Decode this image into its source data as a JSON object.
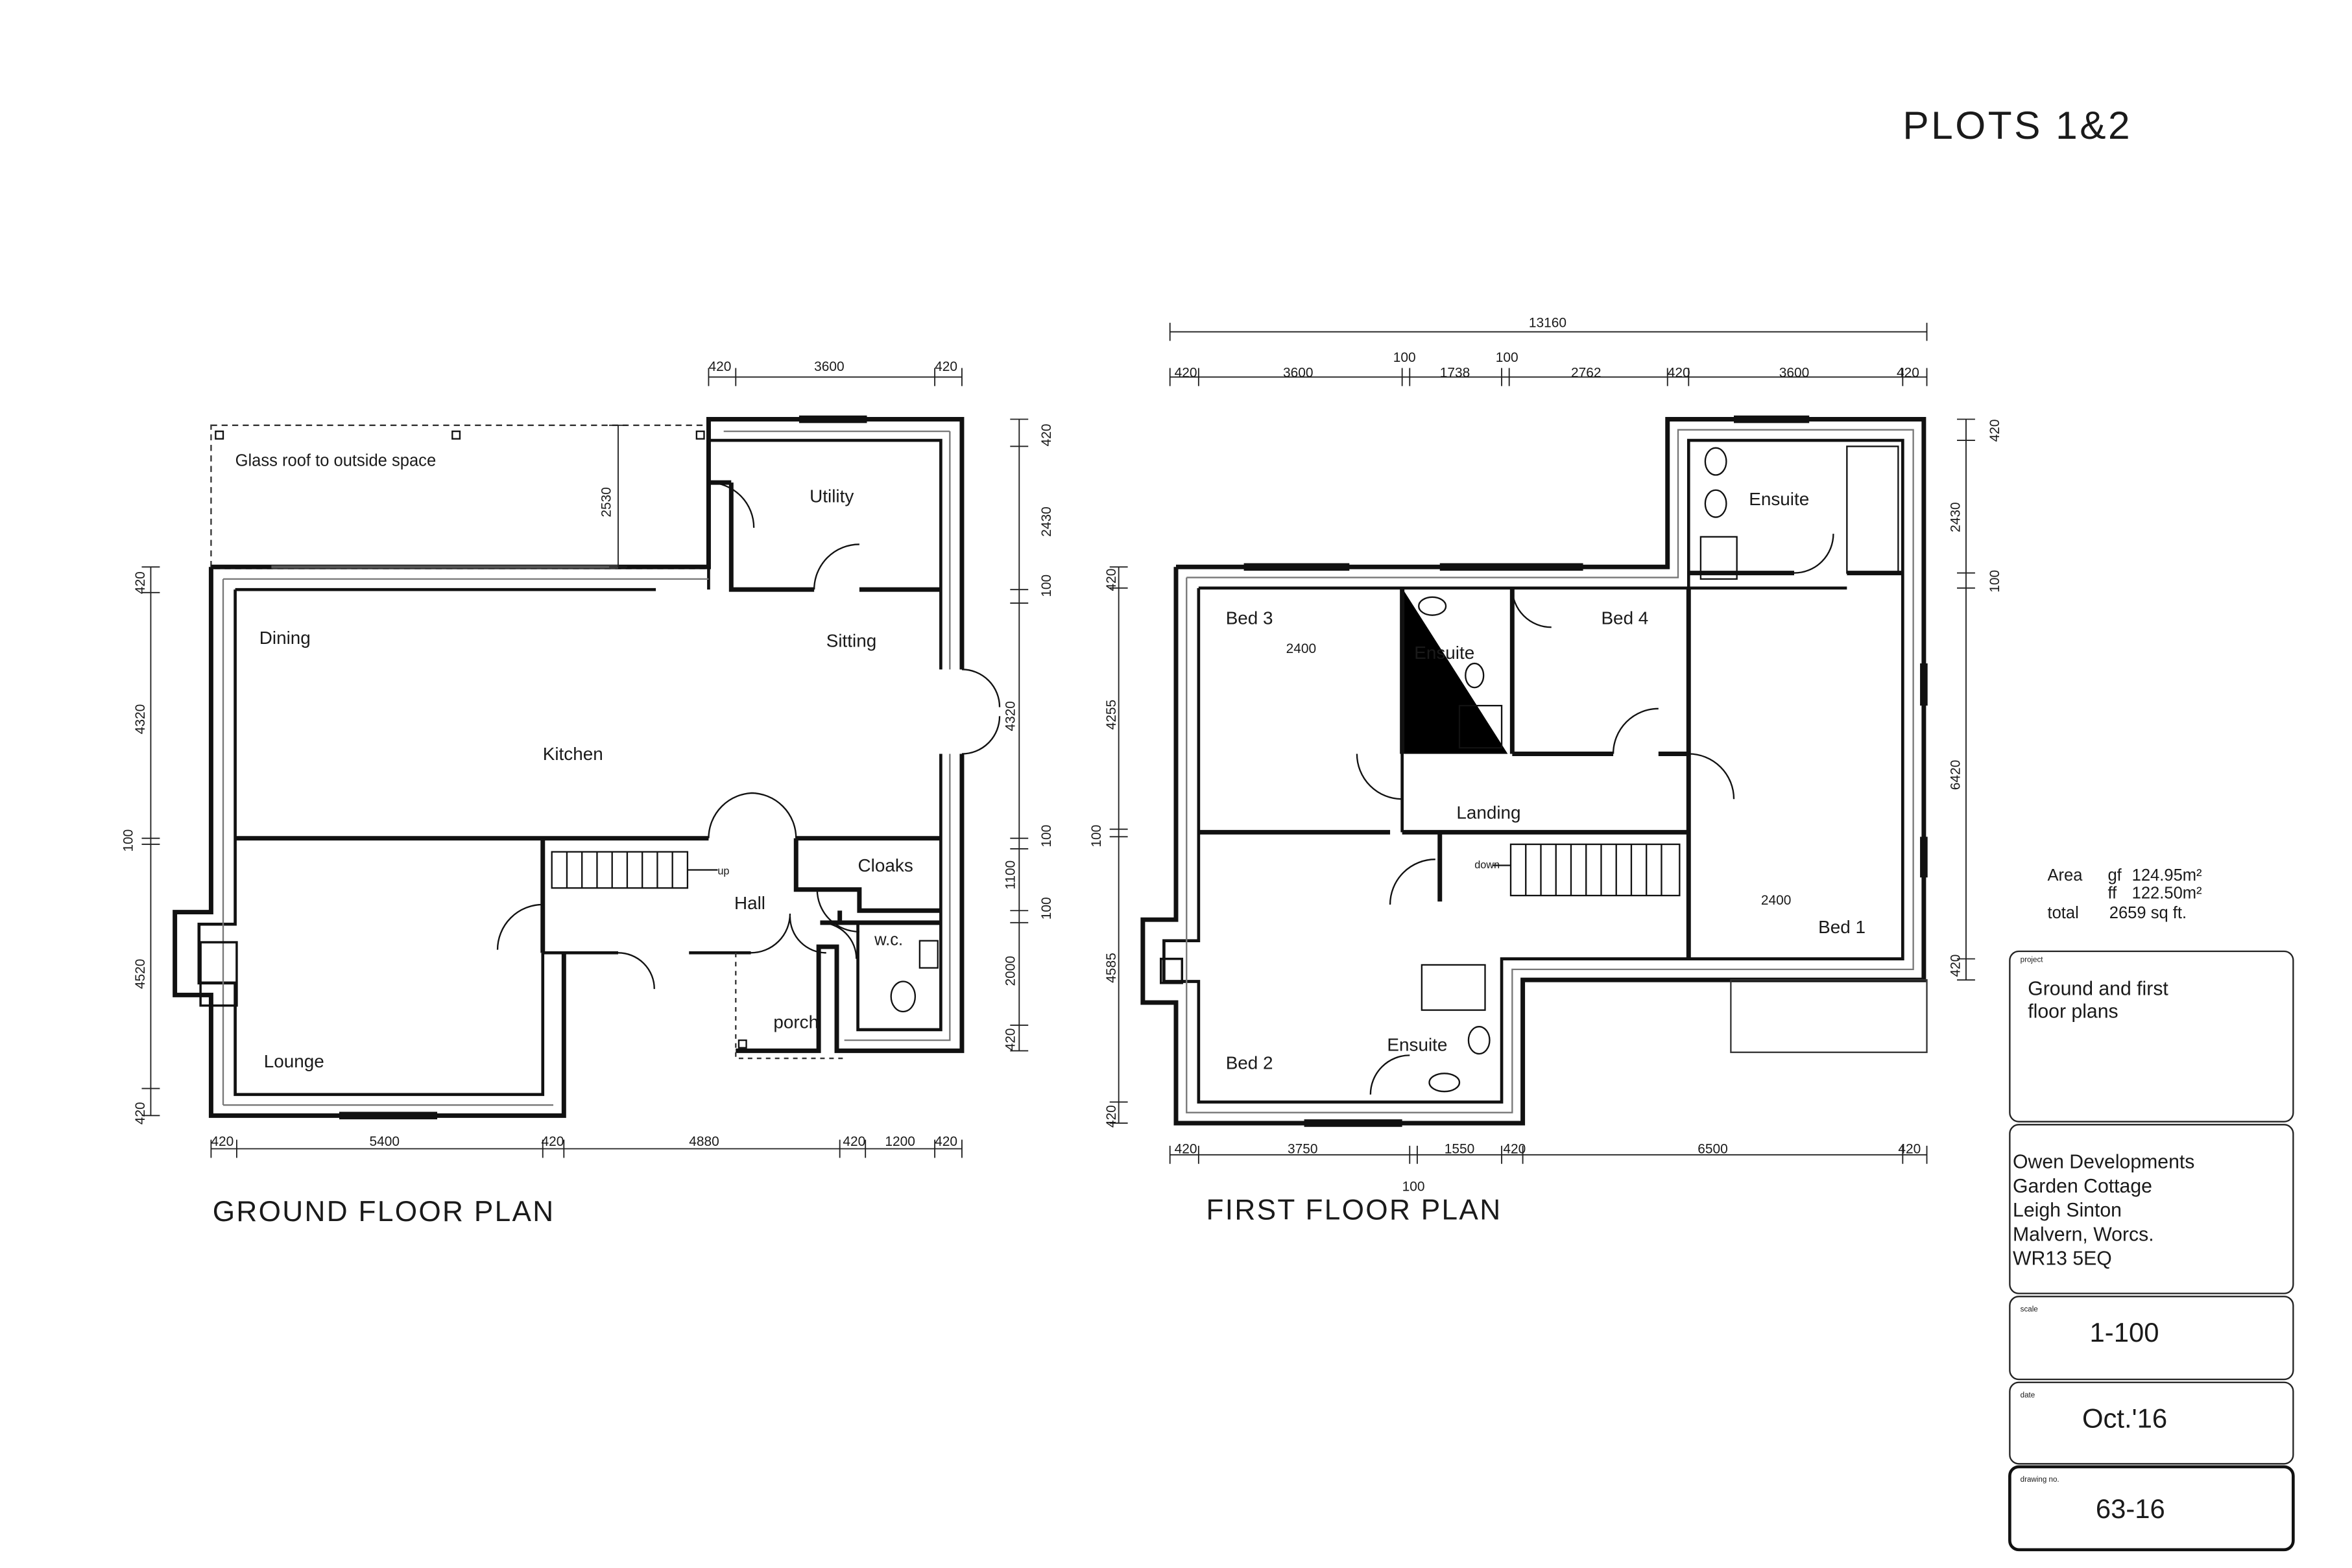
{
  "sheet_title": "PLOTS 1&2",
  "ground_floor": {
    "title": "GROUND FLOOR PLAN",
    "note": "Glass roof to outside space",
    "rooms": {
      "dining": "Dining",
      "sitting": "Sitting",
      "kitchen": "Kitchen",
      "utility": "Utility",
      "hall": "Hall",
      "cloaks": "Cloaks",
      "wc": "w.c.",
      "porch": "porch",
      "lounge": "Lounge",
      "up": "up"
    },
    "dims": {
      "top": [
        "420",
        "3600",
        "420"
      ],
      "right": [
        "420",
        "2430",
        "100",
        "4320",
        "100",
        "1100",
        "100",
        "2000",
        "420"
      ],
      "left": [
        "420",
        "4320",
        "100",
        "4520",
        "420"
      ],
      "bottom": [
        "420",
        "5400",
        "420",
        "4880",
        "420",
        "1200",
        "420"
      ],
      "glass": "2530"
    }
  },
  "first_floor": {
    "title": "FIRST FLOOR PLAN",
    "rooms": {
      "bed3": "Bed 3",
      "bed3_h": "2400",
      "ensuite_a": "Ensuite",
      "bed4": "Bed 4",
      "ensuite_b": "Ensuite",
      "landing": "Landing",
      "down": "down",
      "bed1": "Bed 1",
      "bed1_h": "2400",
      "bed2": "Bed 2",
      "ensuite_c": "Ensuite"
    },
    "dims": {
      "overall": "13160",
      "top": [
        "420",
        "3600",
        "100",
        "1738",
        "100",
        "2762",
        "420",
        "3600",
        "420"
      ],
      "right": [
        "420",
        "2430",
        "100",
        "6420",
        "420"
      ],
      "left": [
        "420",
        "4255",
        "100",
        "4585",
        "420"
      ],
      "bottom": [
        "420",
        "3750",
        "100",
        "1550",
        "420",
        "6500",
        "420"
      ]
    }
  },
  "area": {
    "label": "Area",
    "gf_label": "gf",
    "gf": "124.95m²",
    "ff_label": "ff",
    "ff": "122.50m²",
    "total_label": "total",
    "total": "2659 sq ft."
  },
  "title_block": {
    "project_label": "project",
    "project_line1": "Ground and first",
    "project_line2": "floor plans",
    "client": [
      "Owen Developments",
      "Garden Cottage",
      "Leigh Sinton",
      "Malvern, Worcs.",
      "WR13 5EQ"
    ],
    "scale_label": "scale",
    "scale": "1-100",
    "date_label": "date",
    "date": "Oct.'16",
    "drawing_label": "drawing no.",
    "drawing": "63-16"
  }
}
